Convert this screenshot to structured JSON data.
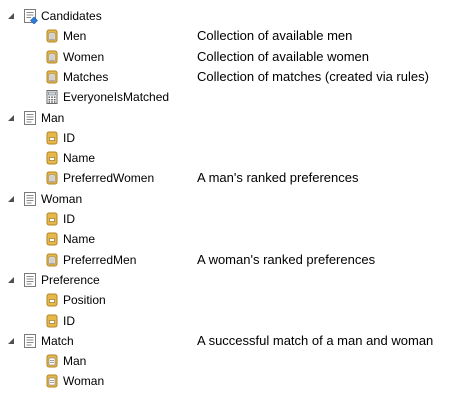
{
  "tree": {
    "nodes": [
      {
        "name": "node-candidates",
        "depth": 0,
        "kind": "entity",
        "expanded": true,
        "icon": "entity-set-icon",
        "label": "Candidates",
        "desc": ""
      },
      {
        "name": "node-men",
        "depth": 1,
        "kind": "collection",
        "icon": "collection-icon",
        "label": "Men",
        "desc": "Collection of available men"
      },
      {
        "name": "node-women",
        "depth": 1,
        "kind": "collection",
        "icon": "collection-icon",
        "label": "Women",
        "desc": "Collection of available women"
      },
      {
        "name": "node-matches",
        "depth": 1,
        "kind": "collection",
        "icon": "collection-icon",
        "label": "Matches",
        "desc": "Collection of matches (created via rules)"
      },
      {
        "name": "node-everyone-is-matched",
        "depth": 1,
        "kind": "calc",
        "icon": "calculator-icon",
        "label": "EveryoneIsMatched",
        "desc": ""
      },
      {
        "name": "node-man",
        "depth": 0,
        "kind": "entity",
        "expanded": true,
        "icon": "entity-icon",
        "label": "Man",
        "desc": ""
      },
      {
        "name": "node-man-id",
        "depth": 1,
        "kind": "field",
        "icon": "field-icon",
        "label": "ID",
        "desc": ""
      },
      {
        "name": "node-man-name",
        "depth": 1,
        "kind": "field",
        "icon": "field-icon",
        "label": "Name",
        "desc": ""
      },
      {
        "name": "node-preferred-women",
        "depth": 1,
        "kind": "collection",
        "icon": "collection-icon",
        "label": "PreferredWomen",
        "desc": "A man's ranked preferences"
      },
      {
        "name": "node-woman",
        "depth": 0,
        "kind": "entity",
        "expanded": true,
        "icon": "entity-icon",
        "label": "Woman",
        "desc": ""
      },
      {
        "name": "node-woman-id",
        "depth": 1,
        "kind": "field",
        "icon": "field-icon",
        "label": "ID",
        "desc": ""
      },
      {
        "name": "node-woman-name",
        "depth": 1,
        "kind": "field",
        "icon": "field-icon",
        "label": "Name",
        "desc": ""
      },
      {
        "name": "node-preferred-men",
        "depth": 1,
        "kind": "collection",
        "icon": "collection-icon",
        "label": "PreferredMen",
        "desc": "A woman's ranked preferences"
      },
      {
        "name": "node-preference",
        "depth": 0,
        "kind": "entity",
        "expanded": true,
        "icon": "entity-icon",
        "label": "Preference",
        "desc": ""
      },
      {
        "name": "node-position",
        "depth": 1,
        "kind": "field",
        "icon": "field-icon",
        "label": "Position",
        "desc": ""
      },
      {
        "name": "node-preference-id",
        "depth": 1,
        "kind": "field",
        "icon": "field-icon",
        "label": "ID",
        "desc": ""
      },
      {
        "name": "node-match",
        "depth": 0,
        "kind": "entity",
        "expanded": true,
        "icon": "entity-icon",
        "label": "Match",
        "desc": "A successful match of a man and woman"
      },
      {
        "name": "node-match-man",
        "depth": 1,
        "kind": "reference",
        "icon": "reference-icon",
        "label": "Man",
        "desc": ""
      },
      {
        "name": "node-match-woman",
        "depth": 1,
        "kind": "reference",
        "icon": "reference-icon",
        "label": "Woman",
        "desc": ""
      }
    ]
  }
}
